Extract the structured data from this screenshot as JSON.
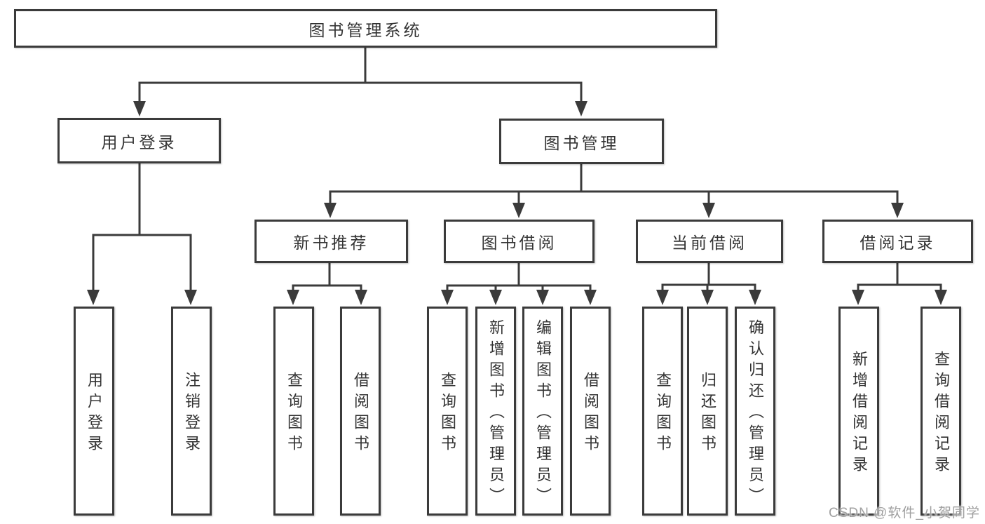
{
  "diagram_title": "图书管理系统",
  "tree": {
    "label": "图书管理系统",
    "children": [
      {
        "label": "用户登录",
        "children": [
          {
            "label": "用户登录"
          },
          {
            "label": "注销登录"
          }
        ]
      },
      {
        "label": "图书管理",
        "children": [
          {
            "label": "新书推荐",
            "children": [
              {
                "label": "查询图书"
              },
              {
                "label": "借阅图书"
              }
            ]
          },
          {
            "label": "图书借阅",
            "children": [
              {
                "label": "查询图书"
              },
              {
                "label": "新增图书（管理员）"
              },
              {
                "label": "编辑图书（管理员）"
              },
              {
                "label": "借阅图书"
              }
            ]
          },
          {
            "label": "当前借阅",
            "children": [
              {
                "label": "查询图书"
              },
              {
                "label": "归还图书"
              },
              {
                "label": "确认归还（管理员）"
              }
            ]
          },
          {
            "label": "借阅记录",
            "children": [
              {
                "label": "新增借阅记录"
              },
              {
                "label": "查询借阅记录"
              }
            ]
          }
        ]
      }
    ]
  },
  "watermark": {
    "text": "CSDN @软件_小贺同学"
  },
  "colors": {
    "line": "#3b3b3b",
    "text": "#333333",
    "background": "#ffffff",
    "watermark": "#9f9f9f"
  }
}
